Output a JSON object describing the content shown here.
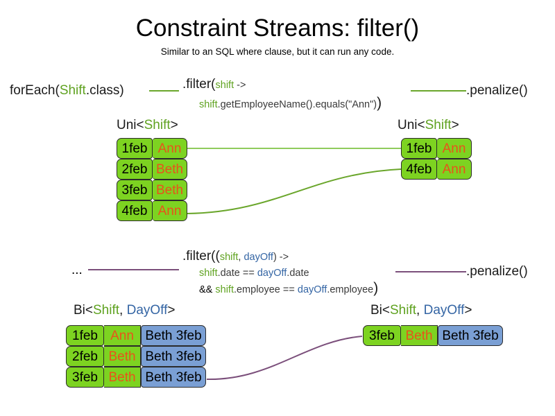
{
  "slide": {
    "title": "Constraint Streams: filter()",
    "subtitle": "Similar to an SQL where clause, but it can run any code."
  },
  "colors": {
    "shift_green": "#7DD321",
    "dayoff_blue": "#7A9FD4",
    "token_green": "#5FA220",
    "token_blue": "#3465A4",
    "employee_orange": "#E8531A",
    "link_green": "#6AA62B",
    "link_purple": "#7B4F7B",
    "card_border": "#2b2b2b"
  },
  "uni_section": {
    "source_label": {
      "prefix": "forEach(",
      "type": "Shift",
      "suffix": ".class)"
    },
    "filter_line1": {
      "head": ".filter(",
      "param": "shift",
      "arrow": " ->"
    },
    "filter_line2": {
      "var": "shift",
      "expr": ".getEmployeeName().equals(\"Ann\")",
      "close_paren": ")"
    },
    "sink_label": ".penalize()",
    "input_type": {
      "prefix": "Uni<",
      "generic": "Shift",
      "suffix": ">"
    },
    "output_type": {
      "prefix": "Uni<",
      "generic": "Shift",
      "suffix": ">"
    },
    "input_rows": [
      {
        "date": "1feb",
        "employee": "Ann"
      },
      {
        "date": "2feb",
        "employee": "Beth"
      },
      {
        "date": "3feb",
        "employee": "Beth"
      },
      {
        "date": "4feb",
        "employee": "Ann"
      }
    ],
    "output_rows": [
      {
        "date": "1feb",
        "employee": "Ann"
      },
      {
        "date": "4feb",
        "employee": "Ann"
      }
    ]
  },
  "bi_section": {
    "source_label": "...",
    "filter_line1": {
      "head": ".filter((",
      "param1": "shift",
      "comma": ", ",
      "param2": "dayOff",
      "arrow": ") ->"
    },
    "filter_line2": {
      "var1": "shift",
      "mid": ".date == ",
      "var2": "dayOff",
      "tail": ".date"
    },
    "filter_line3": {
      "op": "&& ",
      "var1": "shift",
      "mid": ".employee == ",
      "var2": "dayOff",
      "tail": ".employee",
      "close_paren": ")"
    },
    "sink_label": ".penalize()",
    "input_type": {
      "prefix": "Bi<",
      "generic1": "Shift",
      "comma": ", ",
      "generic2": "DayOff",
      "suffix": ">"
    },
    "output_type": {
      "prefix": "Bi<",
      "generic1": "Shift",
      "comma": ", ",
      "generic2": "DayOff",
      "suffix": ">"
    },
    "input_rows": [
      {
        "date": "1feb",
        "employee": "Ann",
        "dayoff": "Beth 3feb"
      },
      {
        "date": "2feb",
        "employee": "Beth",
        "dayoff": "Beth 3feb"
      },
      {
        "date": "3feb",
        "employee": "Beth",
        "dayoff": "Beth 3feb"
      }
    ],
    "output_rows": [
      {
        "date": "3feb",
        "employee": "Beth",
        "dayoff": "Beth 3feb"
      }
    ]
  }
}
